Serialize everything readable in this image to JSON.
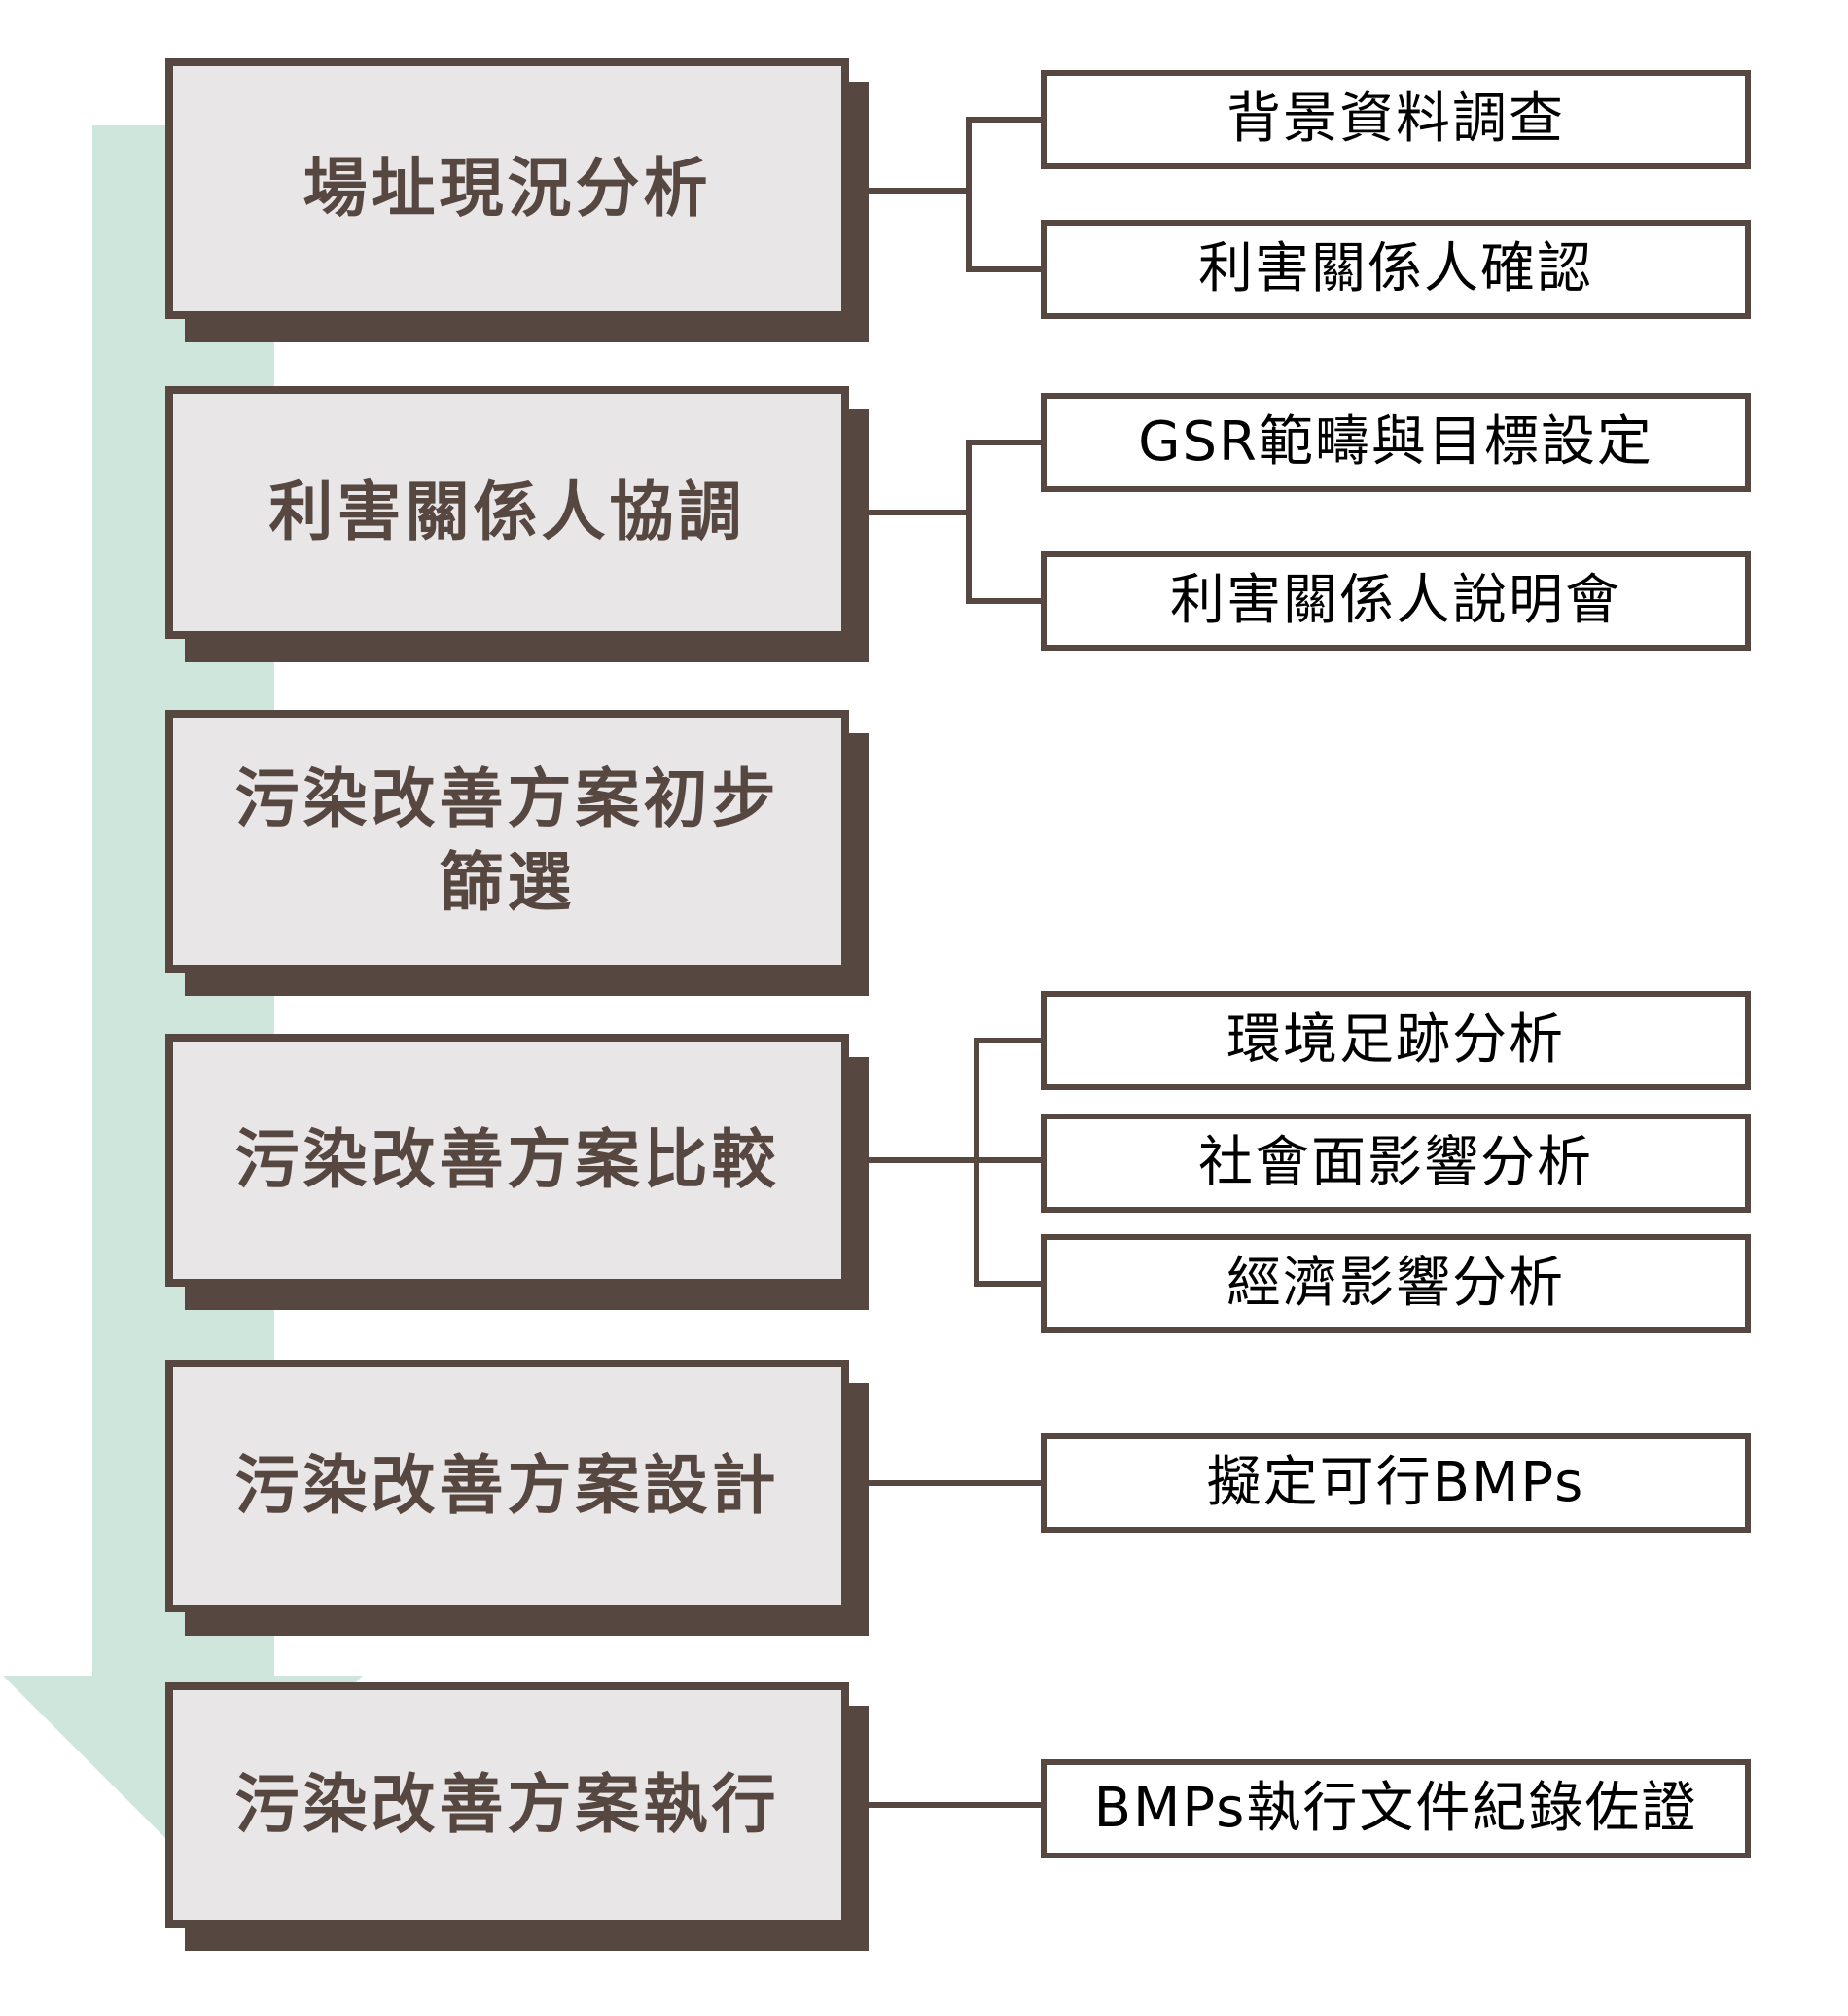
{
  "diagram": {
    "type": "flowchart",
    "direction": "top-to-bottom",
    "steps": [
      {
        "label": "場址現況分析",
        "children": [
          "背景資料調查",
          "利害關係人確認"
        ]
      },
      {
        "label": "利害關係人協調",
        "children": [
          "GSR範疇與目標設定",
          "利害關係人說明會"
        ]
      },
      {
        "label": "污染改善方案初步篩選",
        "children": []
      },
      {
        "label": "污染改善方案比較",
        "children": [
          "環境足跡分析",
          "社會面影響分析",
          "經濟影響分析"
        ]
      },
      {
        "label": "污染改善方案設計",
        "children": [
          "擬定可行BMPs"
        ]
      },
      {
        "label": "污染改善方案執行",
        "children": [
          "BMPs執行文件紀錄佐證"
        ]
      }
    ]
  },
  "icons": {
    "down_arrow": "large mint block arrow pointing downward behind the main step boxes"
  },
  "colors": {
    "background": "#FFFFFF",
    "arrow_fill": "#CFE6DD",
    "step_box_fill": "#E9E6E7",
    "step_box_border": "#574741",
    "step_box_shadow": "#574741",
    "step_text": "#574741",
    "child_box_fill": "#FFFFFF",
    "child_box_border": "#574741",
    "child_text": "#000000",
    "connector": "#574741"
  }
}
